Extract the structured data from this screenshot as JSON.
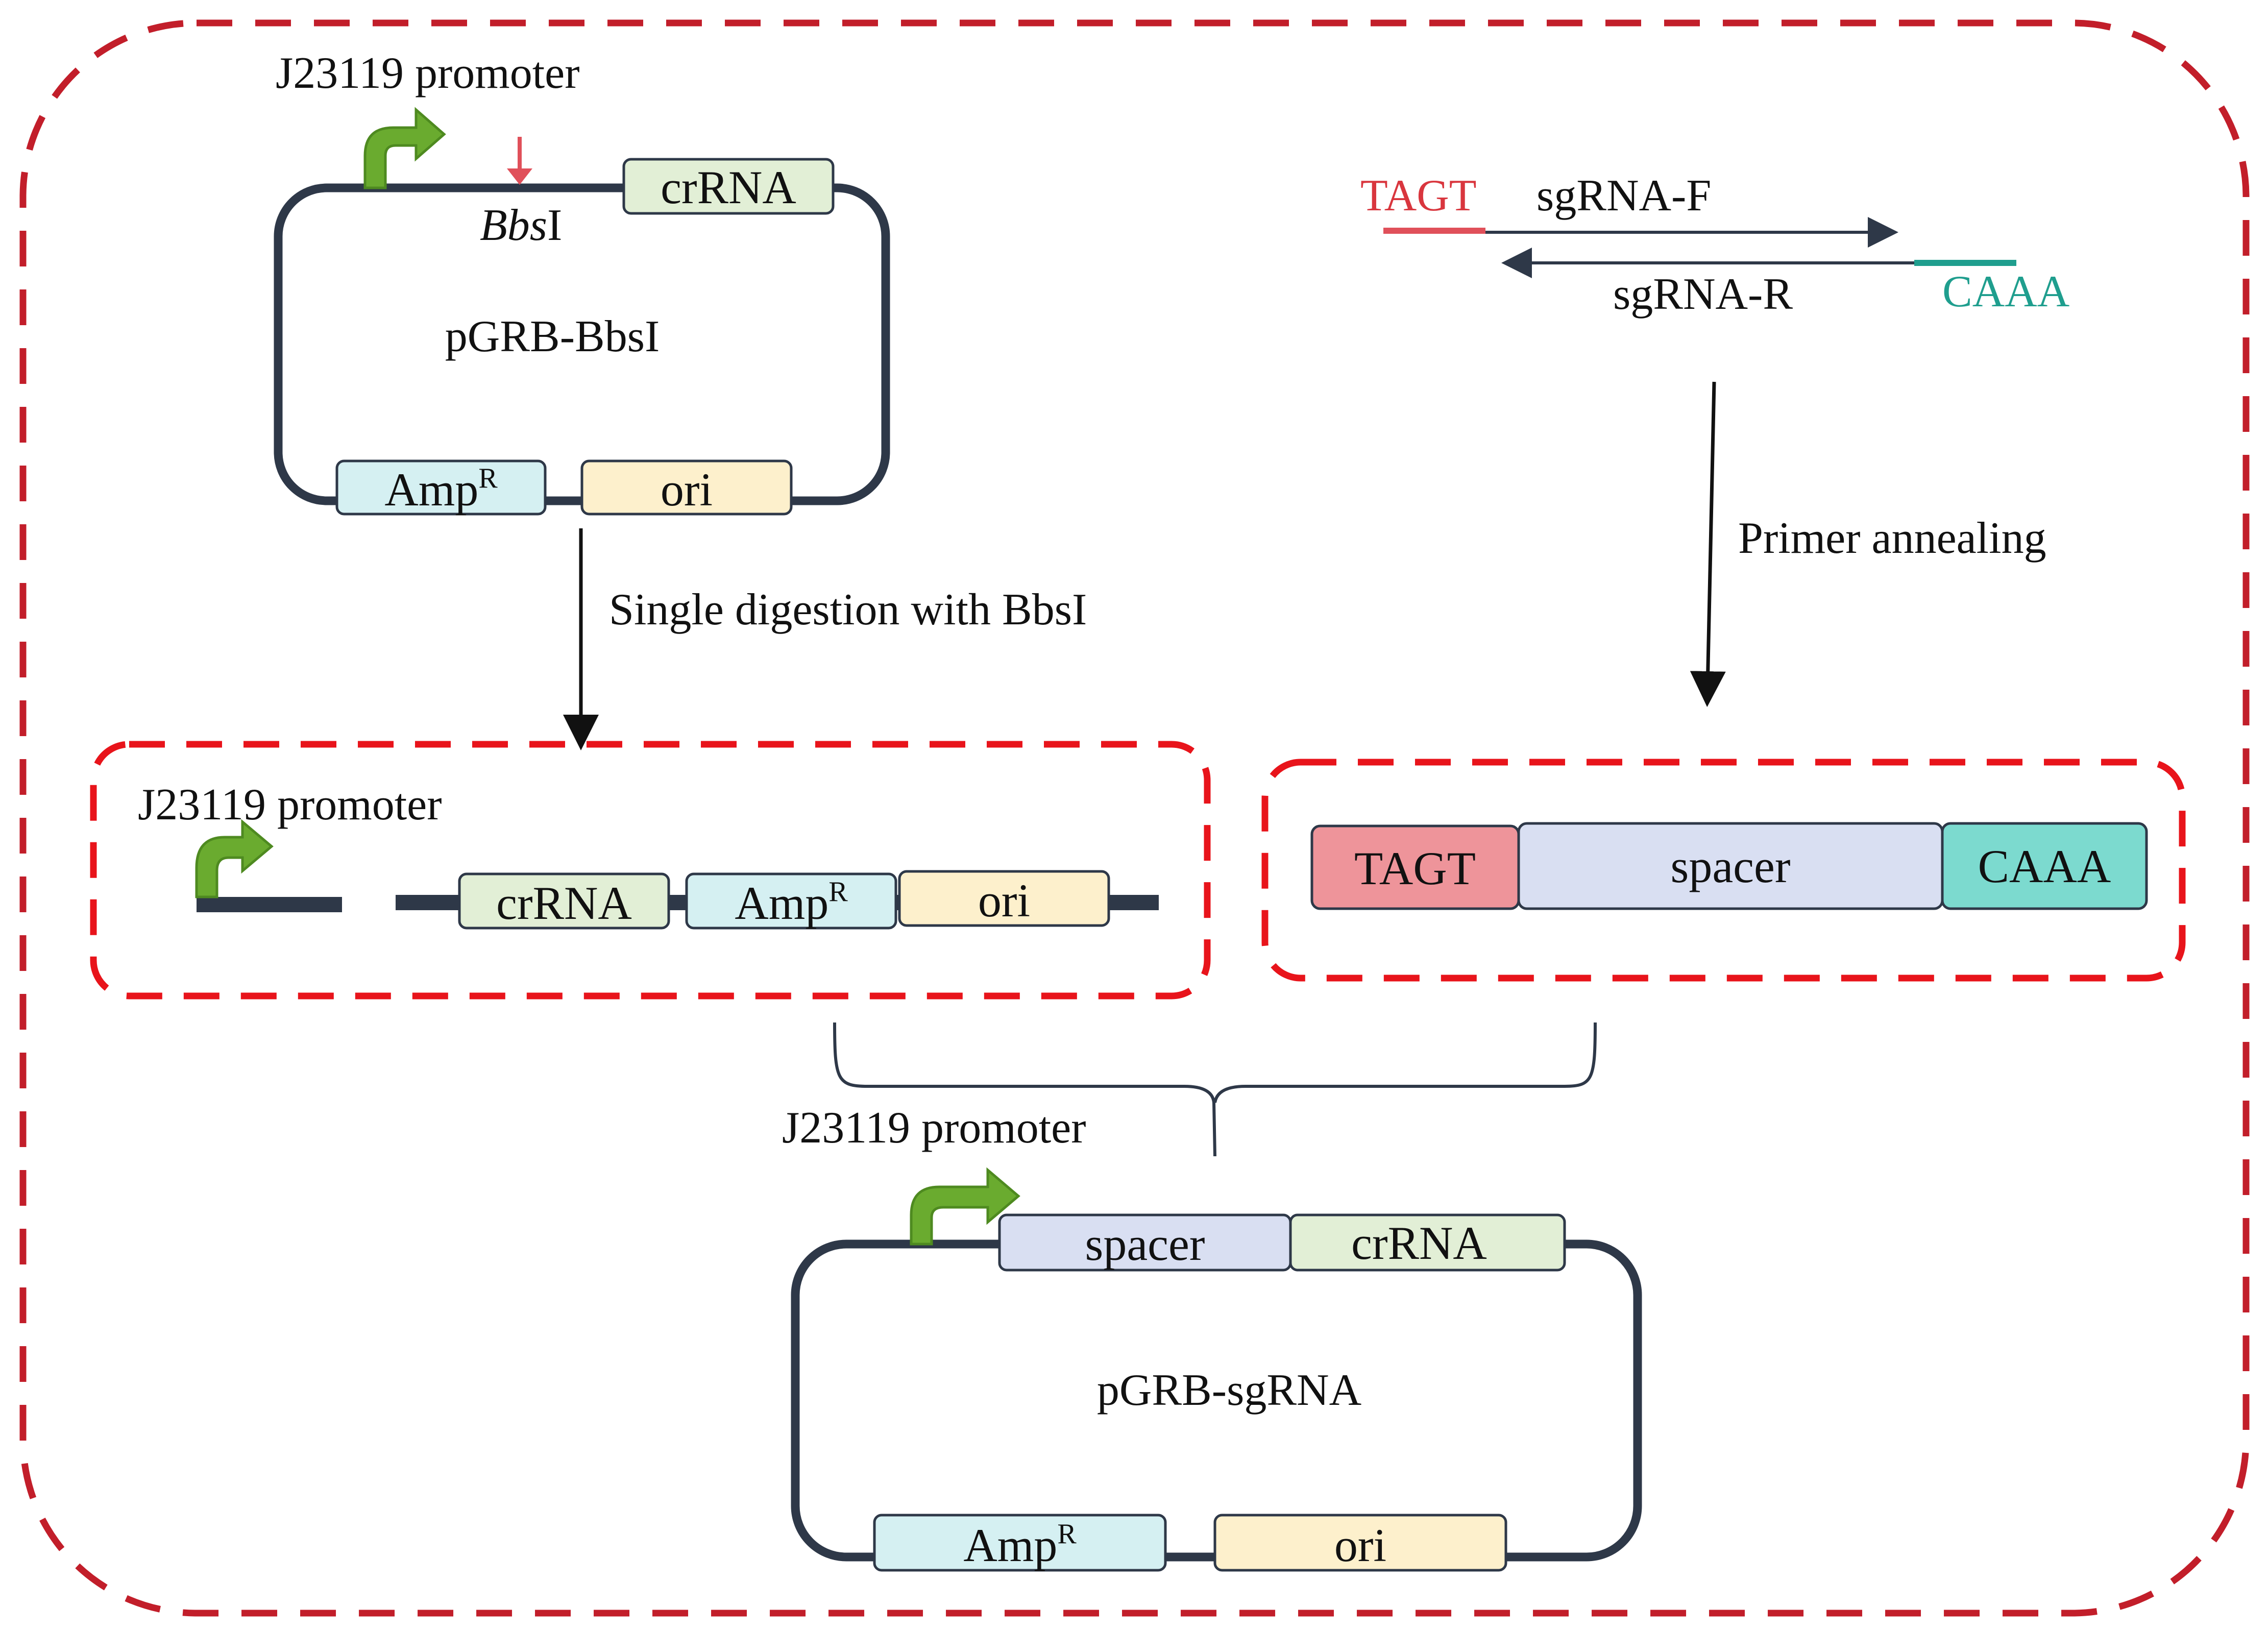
{
  "colors": {
    "dashed_border": "#C21E2A",
    "dashed_inner": "#E8141B",
    "backbone": "#2E3848",
    "promoter_arrow": "#6AAB2F",
    "bbsi_arrow": "#E0505A",
    "crRNA_fill": "#E2EFD6",
    "ampR_fill": "#D5F0F2",
    "ori_fill": "#FDF0CC",
    "spacer_fill": "#D9DFF2",
    "tagt_fill": "#EE949A",
    "caaa_fill": "#7CDACF",
    "tagt_text": "#D9363E",
    "caaa_text": "#1F9E8E"
  },
  "plasmid_top": {
    "promoter_label": "J23119 promoter",
    "site_label_italic": "Bbs",
    "site_label_suffix": "I",
    "name": "pGRB-BbsI",
    "crRNA": "crRNA",
    "ampR": "Amp",
    "ampR_sup": "R",
    "ori": "ori"
  },
  "primers": {
    "tagt": "TAGT",
    "forward": "sgRNA-F",
    "reverse": "sgRNA-R",
    "caaa": "CAAA"
  },
  "steps": {
    "digestion": "Single digestion with BbsI",
    "annealing": "Primer annealing"
  },
  "linear_vector": {
    "promoter_label": "J23119 promoter",
    "crRNA": "crRNA",
    "ampR": "Amp",
    "ampR_sup": "R",
    "ori": "ori"
  },
  "insert": {
    "tagt": "TAGT",
    "spacer": "spacer",
    "caaa": "CAAA"
  },
  "plasmid_final": {
    "promoter_label": "J23119 promoter",
    "spacer": "spacer",
    "crRNA": "crRNA",
    "name": "pGRB-sgRNA",
    "ampR": "Amp",
    "ampR_sup": "R",
    "ori": "ori"
  }
}
